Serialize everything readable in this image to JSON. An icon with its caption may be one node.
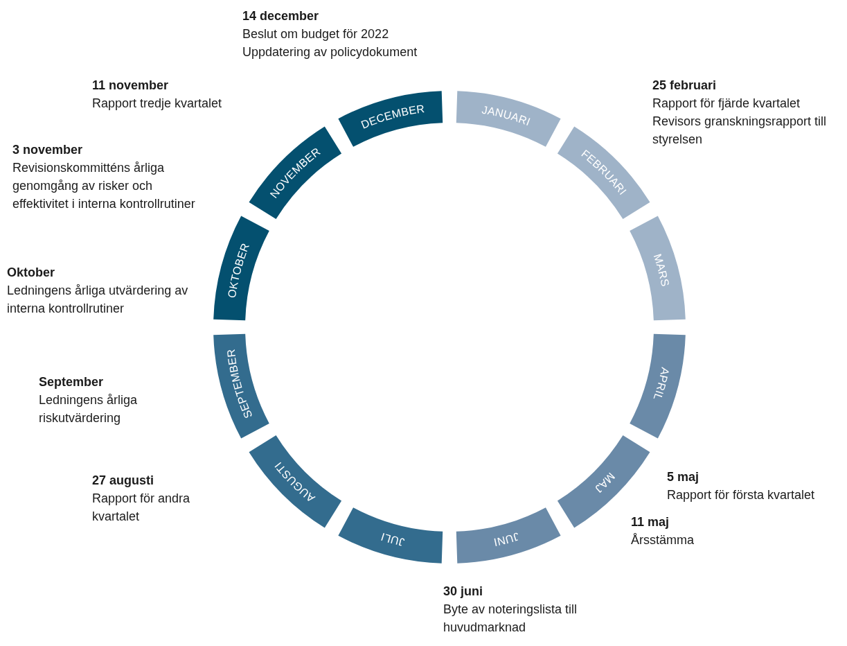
{
  "diagram": {
    "nodes": [
      {
        "text": [
          "JANUARI"
        ]
      },
      {
        "text": [
          "FEBRUARI"
        ]
      },
      {
        "text": [
          "MARS"
        ]
      },
      {
        "text": [
          "APRIL"
        ]
      },
      {
        "text": [
          "MAJ"
        ]
      },
      {
        "text": [
          "JUNI"
        ]
      },
      {
        "text": [
          "JULI"
        ]
      },
      {
        "text": [
          "AUGUSTI"
        ]
      },
      {
        "text": [
          "SEPTEMBER"
        ]
      },
      {
        "text": [
          "OKTOBER"
        ]
      },
      {
        "text": [
          "NOVEMBER"
        ]
      },
      {
        "text": [
          "DECEMBER"
        ]
      }
    ],
    "labels": [
      "14 december",
      "Beslut om budget för 2022",
      "Uppdatering av policydokument",
      "11 november",
      "Rapport tredje kvartalet",
      "25 februari",
      "Rapport för fjärde kvartalet",
      "Revisors granskningsrapport till styrelsen",
      "3 november",
      "Revisionskommitténs årliga genomgång av risker och effektivitet i interna kontrollrutiner",
      "Oktober",
      "Ledningens årliga utvärdering av interna kontrollrutiner",
      "September",
      "Ledningens årliga riskutvärdering",
      "27 augusti",
      "Rapport för andra kvartalet",
      "5 maj",
      "Rapport för första kvartalet",
      "11 maj",
      "Årsstämma",
      "30 juni",
      "Byte av noteringslista till huvudmarknad"
    ]
  }
}
